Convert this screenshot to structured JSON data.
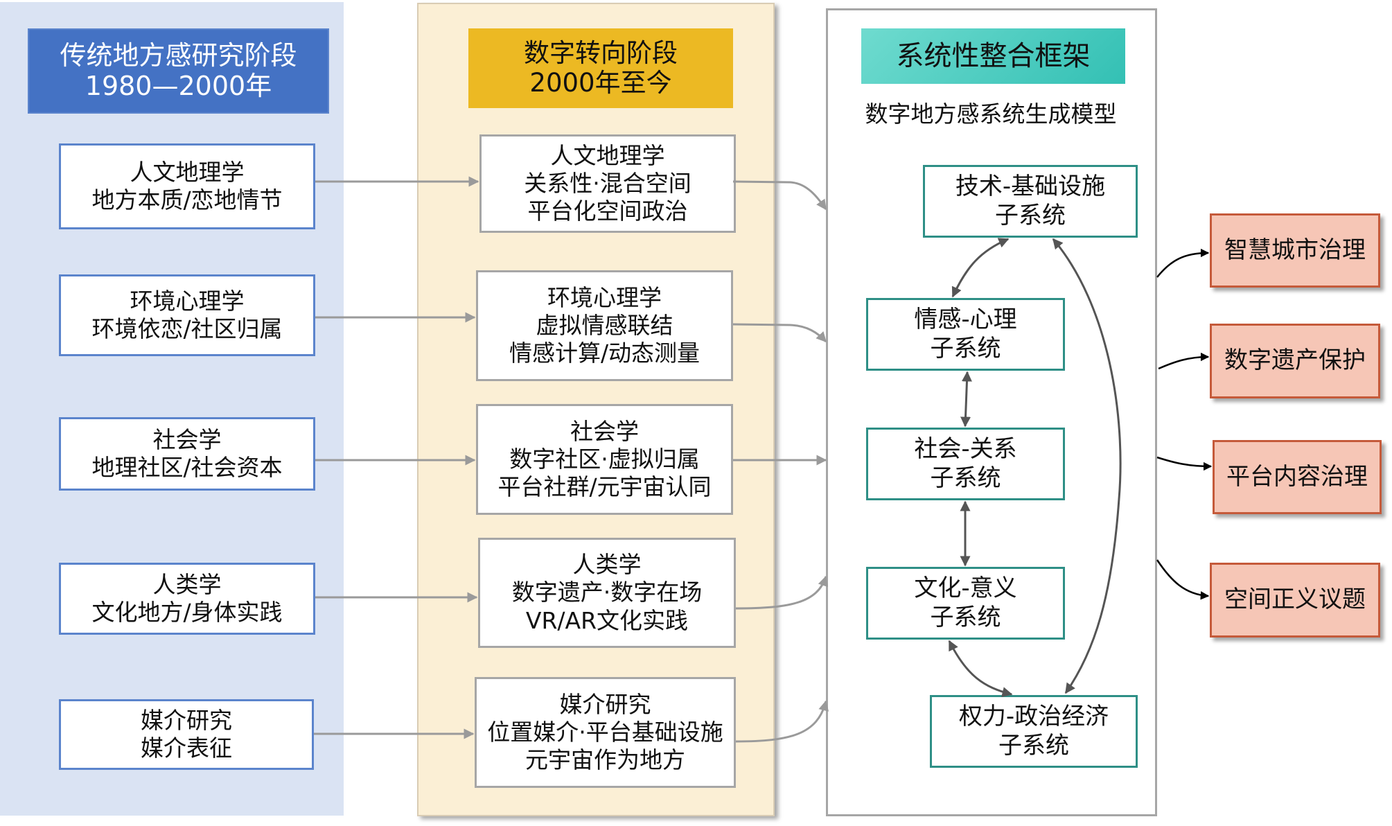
{
  "stages": {
    "traditional": {
      "title": "传统地方感研究阶段",
      "period": "1980—2000年",
      "color": "#4472c4",
      "items": [
        {
          "discipline": "人文地理学",
          "focus": "地方本质/恋地情节"
        },
        {
          "discipline": "环境心理学",
          "focus": "环境依恋/社区归属"
        },
        {
          "discipline": "社会学",
          "focus": "地理社区/社会资本"
        },
        {
          "discipline": "人类学",
          "focus": "文化地方/身体实践"
        },
        {
          "discipline": "媒介研究",
          "focus": "媒介表征"
        }
      ]
    },
    "digital": {
      "title": "数字转向阶段",
      "period": "2000年至今",
      "color": "#ecb923",
      "items": [
        {
          "discipline": "人文地理学",
          "line1": "关系性·混合空间",
          "line2": "平台化空间政治"
        },
        {
          "discipline": "环境心理学",
          "line1": "虚拟情感联结",
          "line2": "情感计算/动态测量"
        },
        {
          "discipline": "社会学",
          "line1": "数字社区·虚拟归属",
          "line2": "平台社群/元宇宙认同"
        },
        {
          "discipline": "人类学",
          "line1": "数字遗产·数字在场",
          "line2": "VR/AR文化实践"
        },
        {
          "discipline": "媒介研究",
          "line1": "位置媒介·平台基础设施",
          "line2": "元宇宙作为地方"
        }
      ]
    },
    "framework": {
      "title": "系统性整合框架",
      "subtitle": "数字地方感系统生成模型",
      "color": "#33c0b4",
      "subsystems": [
        {
          "name": "技术-基础设施",
          "suffix": "子系统"
        },
        {
          "name": "情感-心理",
          "suffix": "子系统"
        },
        {
          "name": "社会-关系",
          "suffix": "子系统"
        },
        {
          "name": "文化-意义",
          "suffix": "子系统"
        },
        {
          "name": "权力-政治经济",
          "suffix": "子系统"
        }
      ]
    }
  },
  "outcomes": [
    {
      "label": "智慧城市治理"
    },
    {
      "label": "数字遗产保护"
    },
    {
      "label": "平台内容治理"
    },
    {
      "label": "空间正义议题"
    }
  ],
  "colors": {
    "left_panel_bg": "#dae3f3",
    "mid_panel_bg": "#fbefd5",
    "subsystem_border": "#2e8f86",
    "outcome_fill": "#f6c6b6",
    "outcome_border": "#c55a3a"
  }
}
